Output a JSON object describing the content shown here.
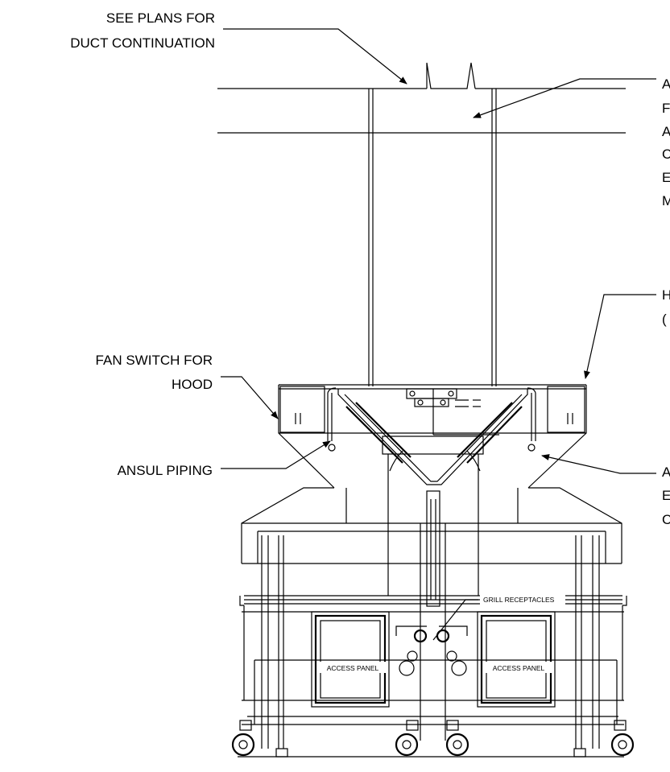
{
  "labels": {
    "see_plans": [
      "SEE PLANS FOR",
      "DUCT CONTINUATION"
    ],
    "fan_switch": [
      "FAN SWITCH FOR",
      "HOOD"
    ],
    "ansul_piping": "ANSUL PIPING",
    "grill_receptacles": "GRILL RECEPTACLES",
    "access_panel_left": "ACCESS PANEL",
    "access_panel_right": "ACCESS PANEL",
    "right_callout_duct": [
      "A",
      "F",
      "A",
      "C",
      "E",
      "M"
    ],
    "right_callout_hood": [
      "H",
      "("
    ],
    "right_callout_ansul": [
      "A",
      "E",
      "C"
    ]
  }
}
